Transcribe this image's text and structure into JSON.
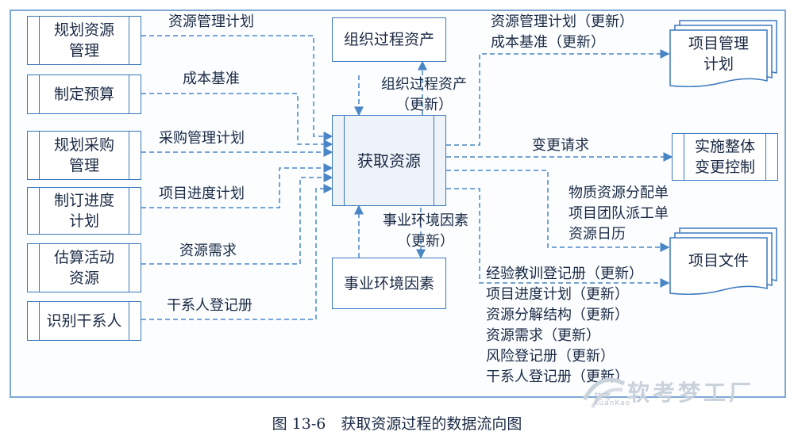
{
  "inputs": [
    {
      "name": "规划资源\n管理",
      "flow": "资源管理计划"
    },
    {
      "name": "制定预算",
      "flow": "成本基准"
    },
    {
      "name": "规划采购\n管理",
      "flow": "采购管理计划"
    },
    {
      "name": "制订进度\n计划",
      "flow": "项目进度计划"
    },
    {
      "name": "估算活动\n资源",
      "flow": "资源需求"
    },
    {
      "name": "识别干系人",
      "flow": "干系人登记册"
    }
  ],
  "center": "获取资源",
  "org_assets": {
    "name": "组织过程资产",
    "flow": "组织过程资产\n（更新）"
  },
  "env_factors": {
    "name": "事业环境因素",
    "flow": "事业环境因素\n（更新）"
  },
  "outputs": {
    "plan": {
      "name": "项目管理\n计划",
      "flows": [
        "资源管理计划（更新）",
        "成本基准（更新）"
      ]
    },
    "change": {
      "name": "实施整体\n变更控制",
      "flow": "变更请求"
    },
    "docs": {
      "name": "项目文件",
      "flows_in": [
        "物质资源分配单",
        "项目团队派工单",
        "资源日历"
      ],
      "flows_update": [
        "经验教训登记册（更新）",
        "项目进度计划（更新）",
        "资源分解结构（更新）",
        "资源需求（更新）",
        "风险登记册（更新）",
        "干系人登记册（更新）"
      ]
    }
  },
  "caption": "图 13-6　获取资源过程的数据流向图",
  "watermark": {
    "main": "软考梦工厂",
    "sub": "KuanKao",
    "small": "软考"
  },
  "colors": {
    "line": "#4a86c5",
    "border": "#3b78bd"
  }
}
